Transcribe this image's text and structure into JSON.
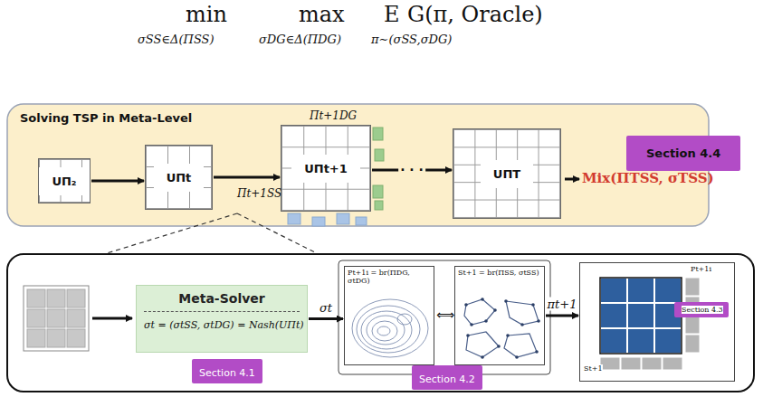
{
  "diagram": {
    "nodes": [
      {
        "text": [
          "Solving TSP in Meta-Level"
        ]
      },
      {
        "text": [
          "UΠ₂"
        ],
        "in": 0
      },
      {
        "text": [
          "UΠt"
        ],
        "in": 0
      },
      {
        "text": [
          "UΠt+1"
        ],
        "in": 0
      },
      {
        "text": [
          "UΠT"
        ],
        "in": 0
      },
      {
        "text": [
          "Section 4.4"
        ],
        "in": 0
      },
      {
        "text": [
          "Meta-Solver",
          "σt = (σtSS, σtDG) = Nash(UΠt)"
        ]
      },
      {
        "text": [
          "Section 4.1"
        ]
      },
      {
        "text": [
          "Pt+1i = br(ΠDG, σtDG)"
        ]
      },
      {
        "text": [
          "St+1 = br(ΠSS, σtSS)"
        ]
      },
      {
        "text": [
          "Section 4.2"
        ]
      },
      {
        "text": [
          "Pt+1i",
          "St+1"
        ]
      },
      {
        "text": [
          "Section 4.3"
        ],
        "in": 11
      }
    ],
    "edges": [
      {
        "from": 1,
        "to": 2,
        "arrow": "to"
      },
      {
        "from": 2,
        "to": 3,
        "arrow": "to"
      },
      {
        "from": 3,
        "to": 4,
        "label": "· · ·",
        "arrow": "to"
      },
      {
        "from": 6,
        "to": 8,
        "label": "σt",
        "arrow": "to"
      },
      {
        "from": 9,
        "to": 11,
        "label": "πt+1",
        "arrow": "to"
      }
    ],
    "labels": [
      "min",
      "σSS∈Δ(ΠSS)",
      "max",
      "σDG∈Δ(ΠDG)",
      "E",
      "π∼(σSS,σDG)",
      "G(π, Oracle)",
      "Πt+1DG",
      "Πt+1SS",
      "Mix(ΠTSS, σTSS)",
      "⟺"
    ]
  }
}
